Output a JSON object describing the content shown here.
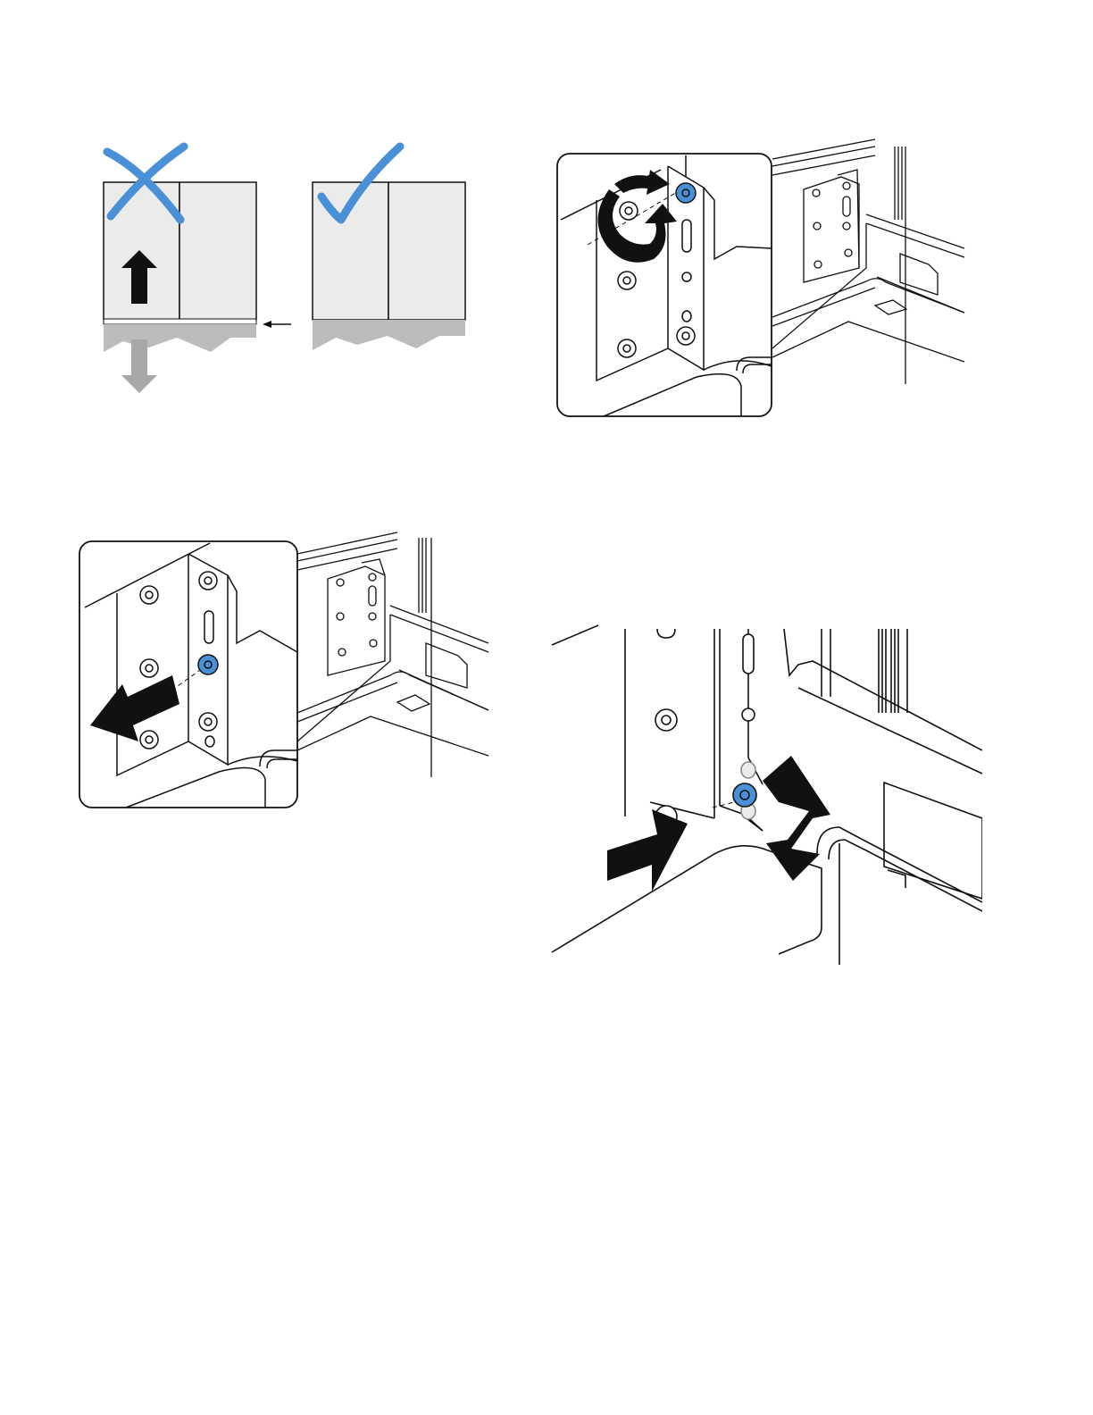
{
  "colors": {
    "line": "#111111",
    "panel": "#ebebeb",
    "floor": "#bcbcbc",
    "screw": "#4a90d6",
    "mark": "#4a90d6",
    "ghost_arrow": "#a8a8a8"
  },
  "figures": [
    {
      "id": "alignment",
      "marks": [
        "wrong-mark-icon",
        "correct-mark-icon"
      ],
      "arrows": [
        "up-arrow-icon",
        "down-arrow-icon",
        "pointer-arrow-icon"
      ]
    },
    {
      "id": "rotate-screw",
      "arrows": [
        "rotate-arrow-icon"
      ]
    },
    {
      "id": "remove-screw",
      "arrows": [
        "pull-out-arrow-icon"
      ]
    },
    {
      "id": "adjust-height",
      "arrows": [
        "push-in-arrow-icon",
        "up-down-arrow-icon"
      ]
    }
  ]
}
